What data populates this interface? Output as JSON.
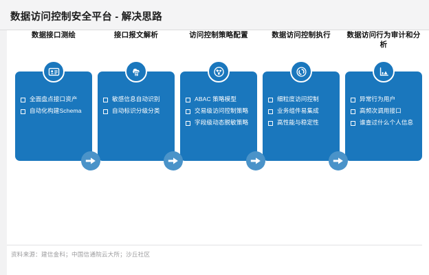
{
  "header": {
    "title": "数据访问控制安全平台 - 解决思路"
  },
  "diagram": {
    "accent_color": "#1a77bd",
    "arrow_color": "#4a93c9",
    "columns": [
      {
        "title": "数据接口测绘",
        "icon": "id-card-icon",
        "items": [
          "全面盘点接口资产",
          "自动化构建Schema"
        ],
        "has_arrow": true
      },
      {
        "title": "接口报文解析",
        "icon": "cloud-document-icon",
        "items": [
          "敏感信息自动识别",
          "自动标识分级分类"
        ],
        "has_arrow": true
      },
      {
        "title": "访问控制策略配置",
        "icon": "policy-network-icon",
        "items": [
          "ABAC 策略模型",
          "交易级访问控制策略",
          "字段级动态脱敏策略"
        ],
        "has_arrow": true
      },
      {
        "title": "数据访问控制执行",
        "icon": "shield-sync-icon",
        "items": [
          "细粒度访问控制",
          "业务组件易集成",
          "高性能与稳定性"
        ],
        "has_arrow": true
      },
      {
        "title": "数据访问行为审计和分析",
        "icon": "bar-chart-icon",
        "items": [
          "异常行为用户",
          "高频次调用接口",
          "谁查过什么个人信息"
        ],
        "has_arrow": false
      }
    ]
  },
  "footer": {
    "source": "资料来源：建信金科；中国信通院云大所；沙丘社区"
  }
}
